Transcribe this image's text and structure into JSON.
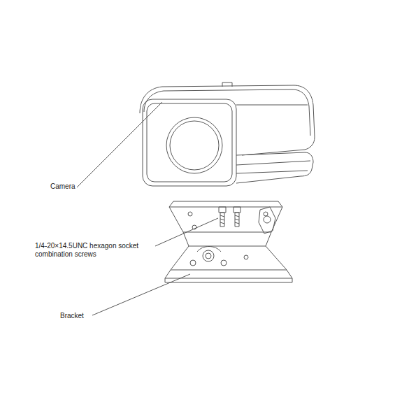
{
  "diagram": {
    "labels": [
      "Camera",
      "1/4-20×14.5UNC hexagon socket combination screws",
      "Bracket"
    ]
  }
}
